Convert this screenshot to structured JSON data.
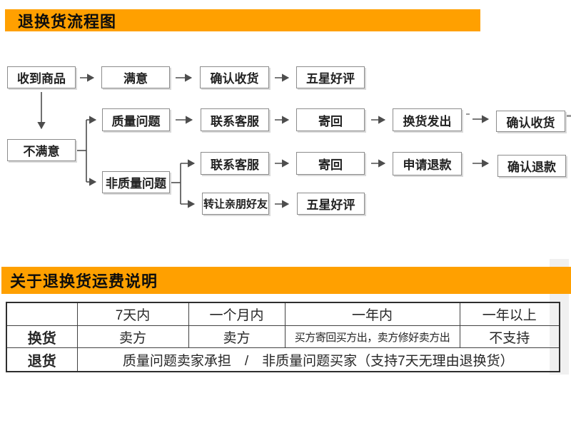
{
  "colors": {
    "accent": "#FFA000",
    "box_border": "#8c8c8c",
    "line": "#4d4d4d"
  },
  "sections": {
    "flow_title": "退换货流程图",
    "fee_title": "关于退换货运费说明"
  },
  "flowchart": {
    "nodes": [
      {
        "id": "receive-goods",
        "label": "收到商品"
      },
      {
        "id": "satisfied",
        "label": "满意"
      },
      {
        "id": "confirm-receipt-top",
        "label": "确认收货"
      },
      {
        "id": "five-star-top",
        "label": "五星好评"
      },
      {
        "id": "quality-issue",
        "label": "质量问题"
      },
      {
        "id": "contact-service-1",
        "label": "联系客服"
      },
      {
        "id": "send-back-1",
        "label": "寄回"
      },
      {
        "id": "exchange-shipped",
        "label": "换货发出"
      },
      {
        "id": "confirm-receipt-2",
        "label": "确认收货"
      },
      {
        "id": "unsatisfied",
        "label": "不满意"
      },
      {
        "id": "contact-service-2",
        "label": "联系客服"
      },
      {
        "id": "send-back-2",
        "label": "寄回"
      },
      {
        "id": "apply-refund",
        "label": "申请退款"
      },
      {
        "id": "confirm-refund",
        "label": "确认退款"
      },
      {
        "id": "non-quality-issue",
        "label": "非质量问题"
      },
      {
        "id": "transfer-to-friends",
        "label": "转让亲朋好友"
      },
      {
        "id": "five-star-bottom",
        "label": "五星好评"
      }
    ],
    "edges": [
      {
        "from": "receive-goods",
        "to": "satisfied"
      },
      {
        "from": "satisfied",
        "to": "confirm-receipt-top"
      },
      {
        "from": "confirm-receipt-top",
        "to": "five-star-top"
      },
      {
        "from": "receive-goods",
        "to": "unsatisfied"
      },
      {
        "from": "unsatisfied",
        "to": "quality-issue"
      },
      {
        "from": "unsatisfied",
        "to": "non-quality-issue"
      },
      {
        "from": "quality-issue",
        "to": "contact-service-1"
      },
      {
        "from": "contact-service-1",
        "to": "send-back-1"
      },
      {
        "from": "send-back-1",
        "to": "exchange-shipped"
      },
      {
        "from": "exchange-shipped",
        "to": "confirm-receipt-2"
      },
      {
        "from": "non-quality-issue",
        "to": "contact-service-2"
      },
      {
        "from": "contact-service-2",
        "to": "send-back-2"
      },
      {
        "from": "send-back-2",
        "to": "apply-refund"
      },
      {
        "from": "apply-refund",
        "to": "confirm-refund"
      },
      {
        "from": "non-quality-issue",
        "to": "transfer-to-friends"
      },
      {
        "from": "transfer-to-friends",
        "to": "five-star-bottom"
      }
    ]
  },
  "fee_table": {
    "headers": [
      "",
      "7天内",
      "一个月内",
      "一年内",
      "一年以上"
    ],
    "rows": [
      {
        "label": "换货",
        "cells": [
          "卖方",
          "卖方",
          "买方寄回买方出，卖方修好卖方出",
          "不支持"
        ]
      },
      {
        "label": "退货",
        "merged_cell": "质量问题卖家承担　/　非质量问题买家（支持7天无理由退换货）"
      }
    ]
  }
}
